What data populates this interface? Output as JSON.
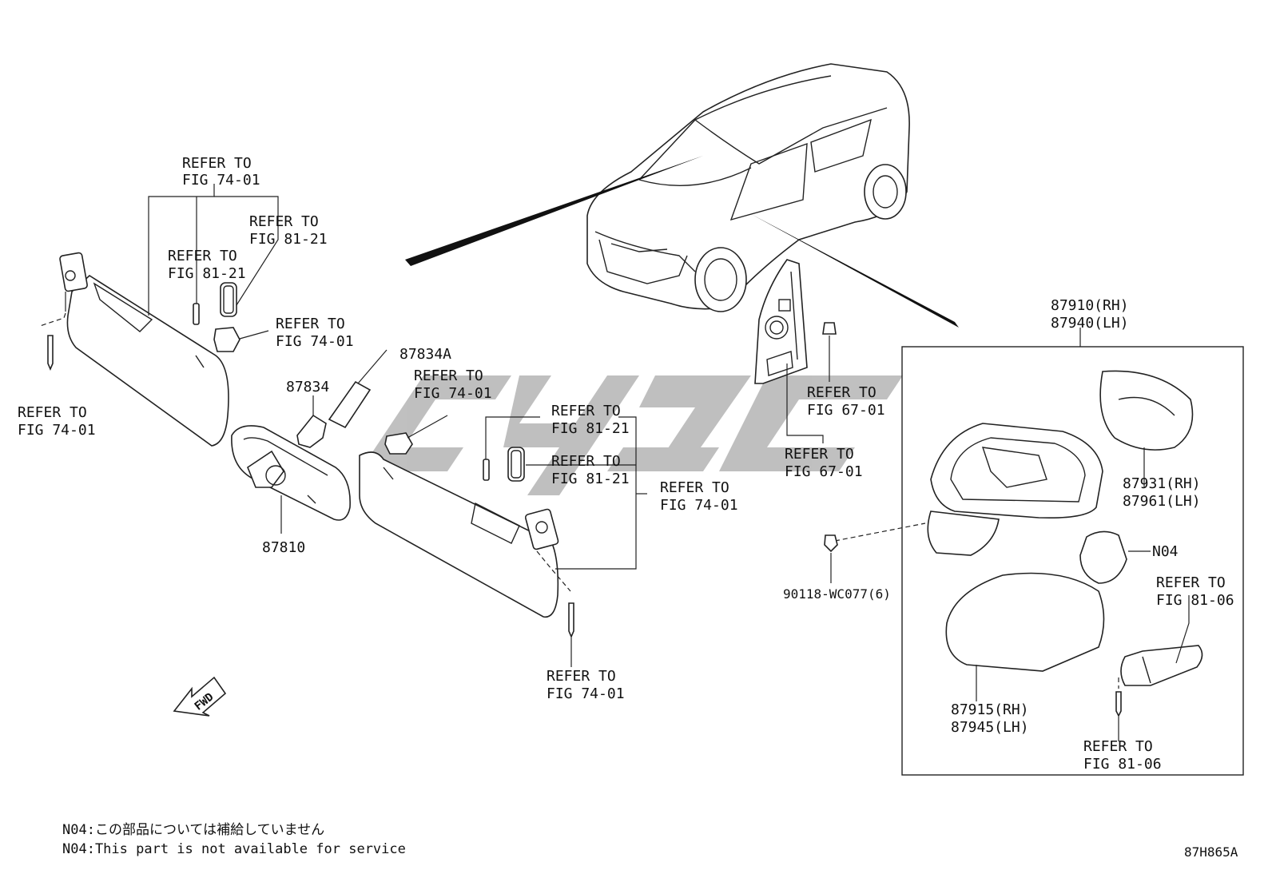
{
  "labels": {
    "refer_74_01_top": [
      "REFER TO",
      "FIG 74-01"
    ],
    "refer_81_21_a": [
      "REFER TO",
      "FIG 81-21"
    ],
    "refer_81_21_b": [
      "REFER TO",
      "FIG 81-21"
    ],
    "refer_74_01_clip_left": [
      "REFER TO",
      "FIG 74-01"
    ],
    "refer_74_01_screw_left": [
      "REFER TO",
      "FIG 74-01"
    ],
    "part_87834A": "87834A",
    "part_87834": "87834",
    "refer_74_01_clip_mid": [
      "REFER TO",
      "FIG 74-01"
    ],
    "part_87810": "87810",
    "refer_81_21_c": [
      "REFER TO",
      "FIG 81-21"
    ],
    "refer_81_21_d": [
      "REFER TO",
      "FIG 81-21"
    ],
    "refer_74_01_right": [
      "REFER TO",
      "FIG 74-01"
    ],
    "refer_74_01_screw_right": [
      "REFER TO",
      "FIG 74-01"
    ],
    "refer_67_01_a": [
      "REFER TO",
      "FIG 67-01"
    ],
    "refer_67_01_b": [
      "REFER TO",
      "FIG 67-01"
    ],
    "part_87910": [
      "87910(RH)",
      "87940(LH)"
    ],
    "part_87931": [
      "87931(RH)",
      "87961(LH)"
    ],
    "part_N04": "N04",
    "part_90118": "90118-WC077(6)",
    "refer_81_06_a": [
      "REFER TO",
      "FIG 81-06"
    ],
    "part_87915": [
      "87915(RH)",
      "87945(LH)"
    ],
    "refer_81_06_b": [
      "REFER TO",
      "FIG 81-06"
    ],
    "fwd": "FWD"
  },
  "notes": [
    "N04:この部品については補給していません",
    "N04:This part is not available for service"
  ],
  "figure_code": "87H865A"
}
